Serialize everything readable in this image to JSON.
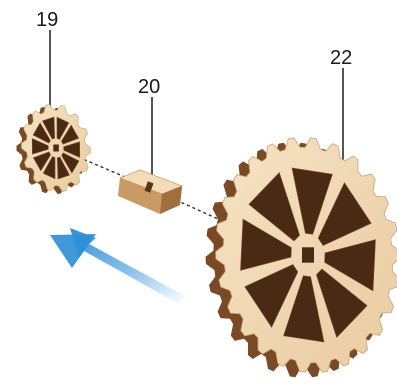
{
  "labels": {
    "part_19": "19",
    "part_20": "20",
    "part_22": "22"
  },
  "colors": {
    "plywood_face": "#f1d9b4",
    "plywood_edge": "#7a4a26",
    "plywood_dark": "#4a2a14",
    "leader_line": "#1a1a1a",
    "dashed_line": "#333333",
    "arrow": "#2f8fd6"
  },
  "icons": {
    "arrow": "assembly-direction-arrow-icon"
  }
}
